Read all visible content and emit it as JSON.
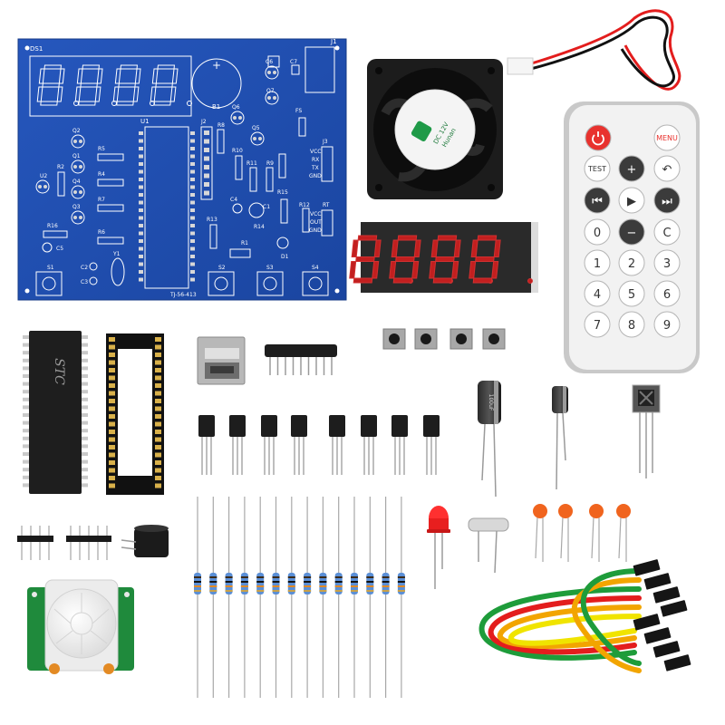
{
  "pcb": {
    "labels": {
      "ds1": "DS1",
      "j1": "J1",
      "u1": "U1",
      "u2": "U2",
      "b1": "B1",
      "c6": "C6",
      "c7": "C7",
      "q7": "Q7",
      "q6": "Q6",
      "q5": "Q5",
      "r8": "R8",
      "j2": "J2",
      "fs": "FS",
      "j3": "J3",
      "q2": "Q2",
      "q1": "Q1",
      "q3": "Q3",
      "q4": "Q4",
      "r2": "R2",
      "r4": "R4",
      "r5": "R5",
      "r6": "R6",
      "r7": "R7",
      "r9": "R9",
      "r10": "R10",
      "r11": "R11",
      "r12": "R12",
      "r13": "R13",
      "r14": "R14",
      "r15": "R15",
      "r16": "R16",
      "c1": "C1",
      "c2": "C2",
      "c3": "C3",
      "c4": "C4",
      "c5": "C5",
      "y1": "Y1",
      "d1": "D1",
      "rt": "RT",
      "r1": "R1",
      "s1": "S1",
      "s2": "S2",
      "s3": "S3",
      "s4": "S4",
      "vcc": "VCC",
      "rx": "RX",
      "tx": "TX",
      "gnd": "GND",
      "out": "OUT",
      "board_id": "TJ-56-413"
    }
  },
  "fan": {
    "label_line1": "DC 12V",
    "label_line2": "Hunan"
  },
  "remote": {
    "buttons": [
      {
        "id": "power",
        "label": ""
      },
      {
        "id": "menu",
        "label": "MENU"
      },
      {
        "id": "test",
        "label": "TEST"
      },
      {
        "id": "plus",
        "label": "+"
      },
      {
        "id": "back",
        "label": "↶"
      },
      {
        "id": "prev",
        "label": "⏮"
      },
      {
        "id": "play",
        "label": "▶"
      },
      {
        "id": "next",
        "label": "⏭"
      },
      {
        "id": "zero",
        "label": "0"
      },
      {
        "id": "minus",
        "label": "−"
      },
      {
        "id": "c",
        "label": "C"
      },
      {
        "id": "one",
        "label": "1"
      },
      {
        "id": "two",
        "label": "2"
      },
      {
        "id": "three",
        "label": "3"
      },
      {
        "id": "four",
        "label": "4"
      },
      {
        "id": "five",
        "label": "5"
      },
      {
        "id": "six",
        "label": "6"
      },
      {
        "id": "seven",
        "label": "7"
      },
      {
        "id": "eight",
        "label": "8"
      },
      {
        "id": "nine",
        "label": "9"
      }
    ]
  },
  "mcu_chip": {
    "brand": "STC"
  },
  "capacitor": {
    "marking": "100uF"
  },
  "colors": {
    "pcb_blue": "#1f4fb0",
    "pcb_blue_dark": "#163f94",
    "remote_red": "#e8322e",
    "led_red": "#e81f1f"
  }
}
